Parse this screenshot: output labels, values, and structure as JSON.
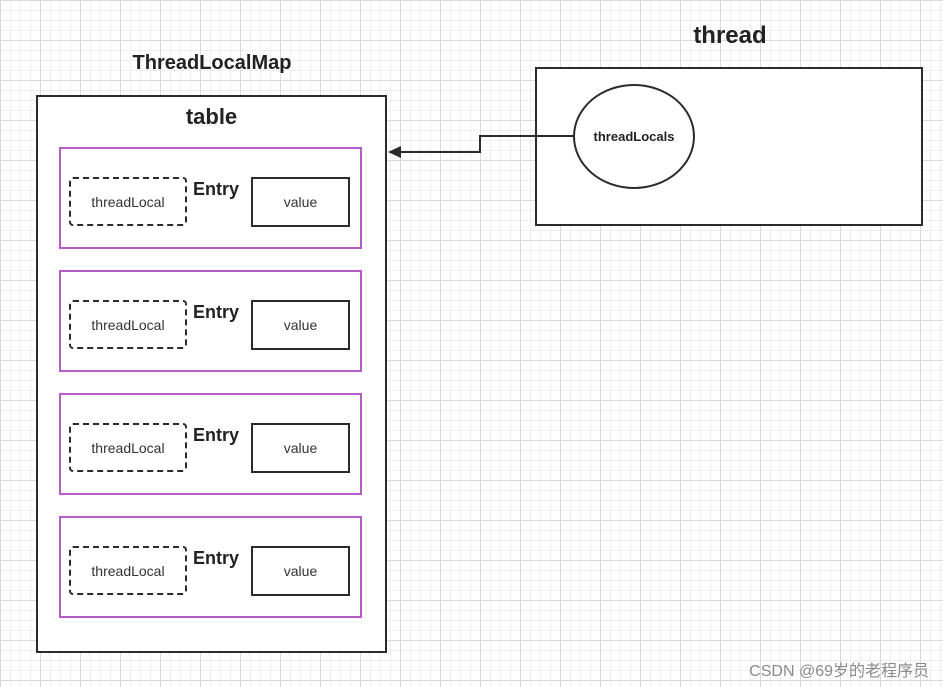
{
  "thread_map": {
    "title": "ThreadLocalMap",
    "table_label": "table",
    "entries": [
      {
        "label": "Entry",
        "key": "threadLocal",
        "value": "value"
      },
      {
        "label": "Entry",
        "key": "threadLocal",
        "value": "value"
      },
      {
        "label": "Entry",
        "key": "threadLocal",
        "value": "value"
      },
      {
        "label": "Entry",
        "key": "threadLocal",
        "value": "value"
      }
    ]
  },
  "thread": {
    "title": "thread",
    "field": "threadLocals"
  },
  "watermark": "CSDN @69岁的老程序员",
  "colors": {
    "entry_border": "#b65cc7",
    "box_border": "#2b2b2b"
  }
}
